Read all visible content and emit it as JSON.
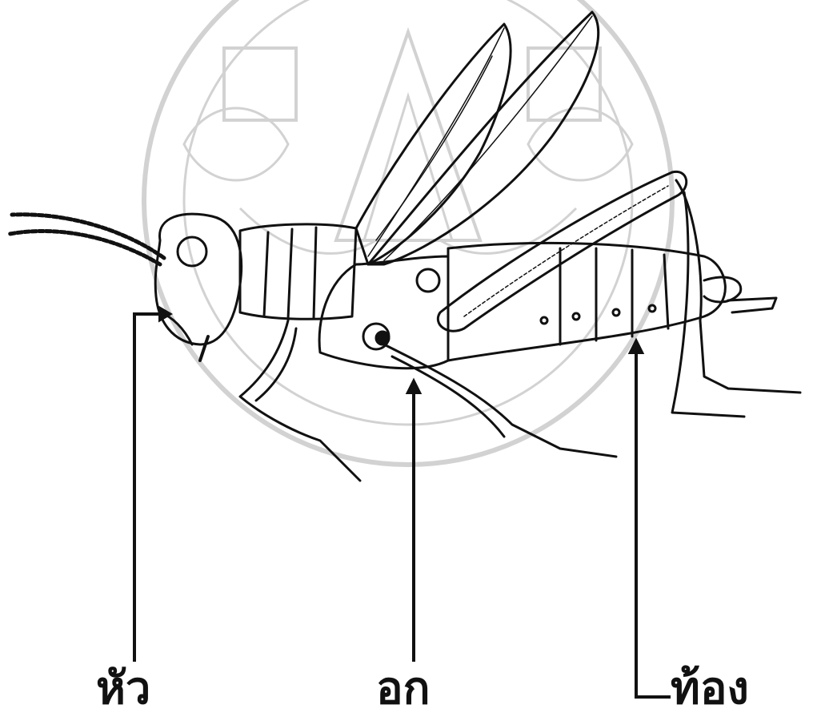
{
  "labels": {
    "head": "หัว",
    "thorax": "อก",
    "abdomen": "ท้อง"
  },
  "colors": {
    "ink": "#111111",
    "watermark": "#cfcfcf",
    "background": "#ffffff"
  }
}
